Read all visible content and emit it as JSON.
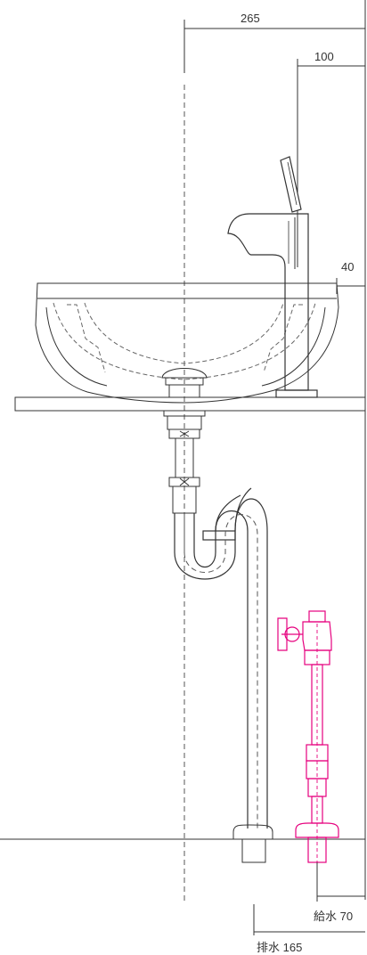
{
  "dimensions": {
    "wall_to_center": "265",
    "faucet_to_wall": "100",
    "counter_gap": "40",
    "supply": "給水 70",
    "drain": "排水 165"
  },
  "colors": {
    "line": "#333333",
    "dashed": "#555555",
    "supply_valve": "#e6007e",
    "background": "#ffffff"
  }
}
